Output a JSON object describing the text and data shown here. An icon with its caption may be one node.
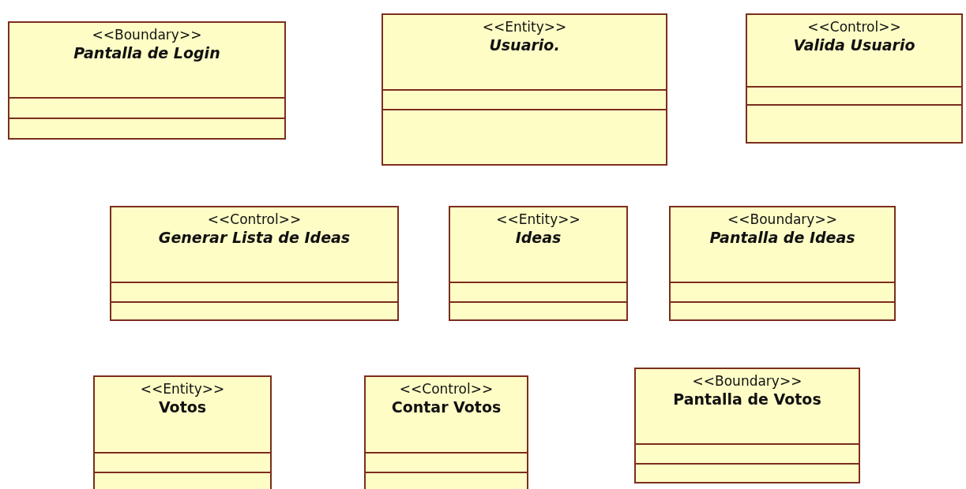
{
  "diagram": {
    "nodes": [
      {
        "text": [
          "<<Boundary>>",
          "Pantalla de Login"
        ]
      },
      {
        "text": [
          "<<Entity>>",
          "Usuario."
        ]
      },
      {
        "text": [
          "<<Control>>",
          "Valida Usuario"
        ]
      },
      {
        "text": [
          "<<Control>>",
          "Generar Lista de Ideas"
        ]
      },
      {
        "text": [
          "<<Entity>>",
          "Ideas"
        ]
      },
      {
        "text": [
          "<<Boundary>>",
          "Pantalla de Ideas"
        ]
      },
      {
        "text": [
          "<<Entity>>",
          "Votos"
        ]
      },
      {
        "text": [
          "<<Control>>",
          "Contar Votos"
        ]
      },
      {
        "text": [
          "<<Boundary>>",
          "Pantalla de Votos"
        ]
      }
    ]
  }
}
